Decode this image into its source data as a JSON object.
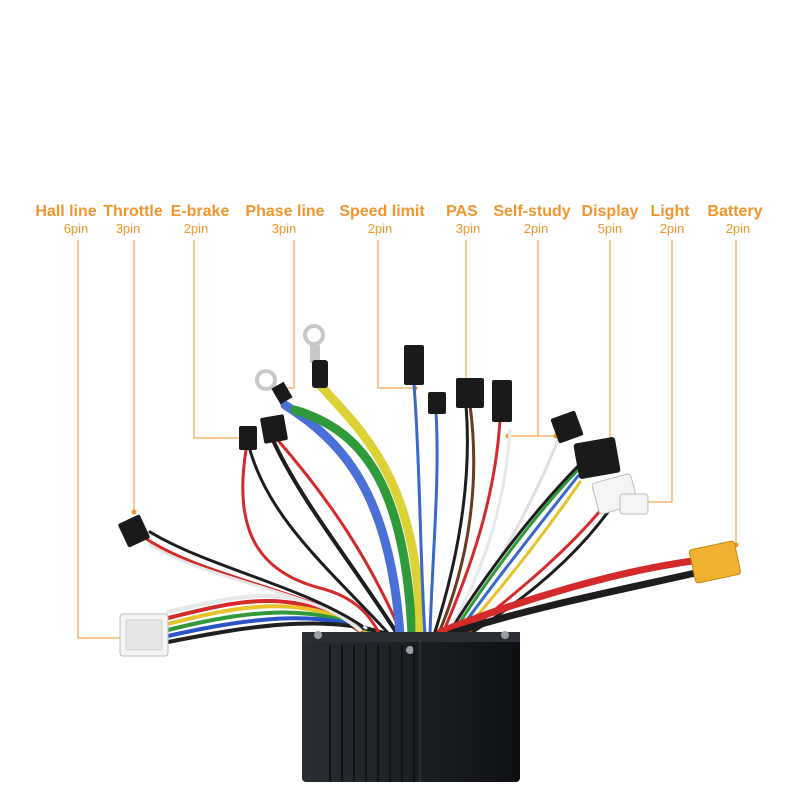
{
  "colors": {
    "label": "#f0962e",
    "leader": "#f0962e",
    "controller_body": "#1c1f24",
    "controller_fin": "#0f1114",
    "connector_black": "#1a1a1a",
    "connector_white": "#f4f4f4",
    "connector_yellow": "#f0b030"
  },
  "connectors": [
    {
      "name": "Hall line",
      "pins": "6pin",
      "connector_color": "white"
    },
    {
      "name": "Throttle",
      "pins": "3pin",
      "connector_color": "black"
    },
    {
      "name": "E-brake",
      "pins": "2pin",
      "connector_color": "black"
    },
    {
      "name": "Phase line",
      "pins": "3pin",
      "connector_color": "ring-terminal"
    },
    {
      "name": "Speed limit",
      "pins": "2pin",
      "connector_color": "black"
    },
    {
      "name": "PAS",
      "pins": "3pin",
      "connector_color": "black"
    },
    {
      "name": "Self-study",
      "pins": "2pin",
      "connector_color": "black"
    },
    {
      "name": "Display",
      "pins": "5pin",
      "connector_color": "black"
    },
    {
      "name": "Light",
      "pins": "2pin",
      "connector_color": "white"
    },
    {
      "name": "Battery",
      "pins": "2pin",
      "connector_color": "yellow"
    }
  ]
}
